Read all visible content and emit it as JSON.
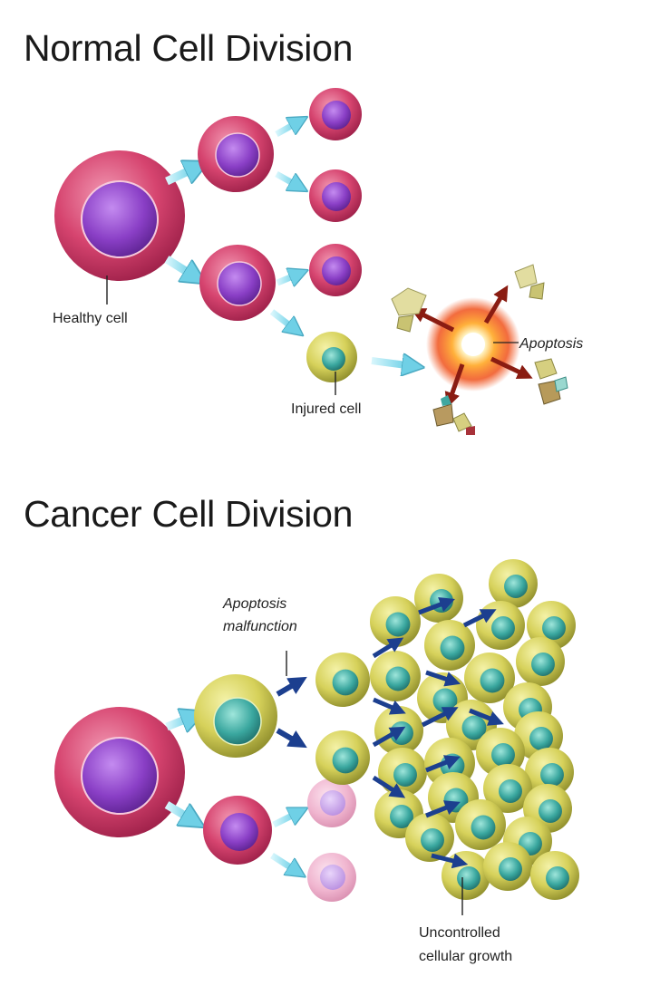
{
  "sections": {
    "normal": {
      "title": "Normal Cell Division",
      "labels": {
        "healthy_cell": "Healthy cell",
        "injured_cell": "Injured cell",
        "apoptosis": "Apoptosis"
      }
    },
    "cancer": {
      "title": "Cancer Cell Division",
      "labels": {
        "apoptosis_malfunction_line1": "Apoptosis",
        "apoptosis_malfunction_line2": "malfunction",
        "uncontrolled_line1": "Uncontrolled",
        "uncontrolled_line2": "cellular growth"
      }
    }
  },
  "colors": {
    "healthy_outer": "#c8335e",
    "healthy_nucleus": "#8c3fc4",
    "injured_outer": "#d2cf4e",
    "injured_nucleus": "#3fa7a0",
    "arrow_light": "#7fd6ea",
    "arrow_dark": "#1c3f8f",
    "arrow_red": "#8a1c12",
    "burst": "#ff7a1a"
  }
}
